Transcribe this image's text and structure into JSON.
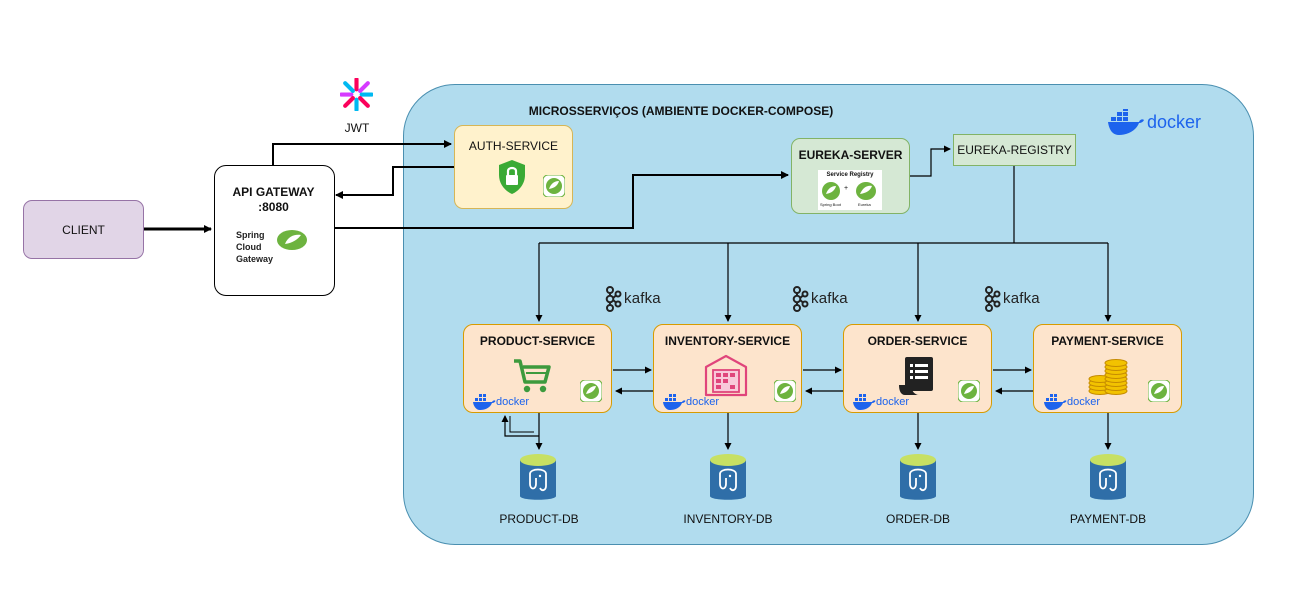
{
  "diagram": {
    "container_title": "MICROSSERVIÇOS (AMBIENTE DOCKER-COMPOSE)",
    "docker_logo": "docker",
    "client": "CLIENT",
    "gateway": {
      "title_line1": "API GATEWAY",
      "title_line2": ":8080",
      "spring_line1": "Spring",
      "spring_line2": "Cloud",
      "spring_line3": "Gateway"
    },
    "jwt": "JWT",
    "auth": "AUTH-SERVICE",
    "eureka_server": "EUREKA-SERVER",
    "eureka_registry": "EUREKA-REGISTRY",
    "service_registry_card": {
      "title": "Service Registry",
      "sub_left": "Spring Boot",
      "sub_plus": "+",
      "sub_right": "Eureka"
    },
    "kafka": [
      "kafka",
      "kafka",
      "kafka"
    ],
    "services": [
      {
        "name": "PRODUCT-SERVICE",
        "icon": "shopping-cart-icon",
        "docker": "docker",
        "db": "PRODUCT-DB"
      },
      {
        "name": "INVENTORY-SERVICE",
        "icon": "warehouse-icon",
        "docker": "docker",
        "db": "INVENTORY-DB"
      },
      {
        "name": "ORDER-SERVICE",
        "icon": "invoice-icon",
        "docker": "docker",
        "db": "ORDER-DB"
      },
      {
        "name": "PAYMENT-SERVICE",
        "icon": "coins-icon",
        "docker": "docker",
        "db": "PAYMENT-DB"
      }
    ]
  },
  "colors": {
    "container_fill": "#b1dcee",
    "client_fill": "#e1d5e7",
    "auth_fill": "#fff2cc",
    "eureka_fill": "#d5e8d4",
    "service_fill": "#fde4cc",
    "docker_blue": "#1d63ed",
    "spring_green": "#6db33f",
    "cart_green": "#3d9a3d",
    "warehouse_pink": "#e0457b"
  }
}
